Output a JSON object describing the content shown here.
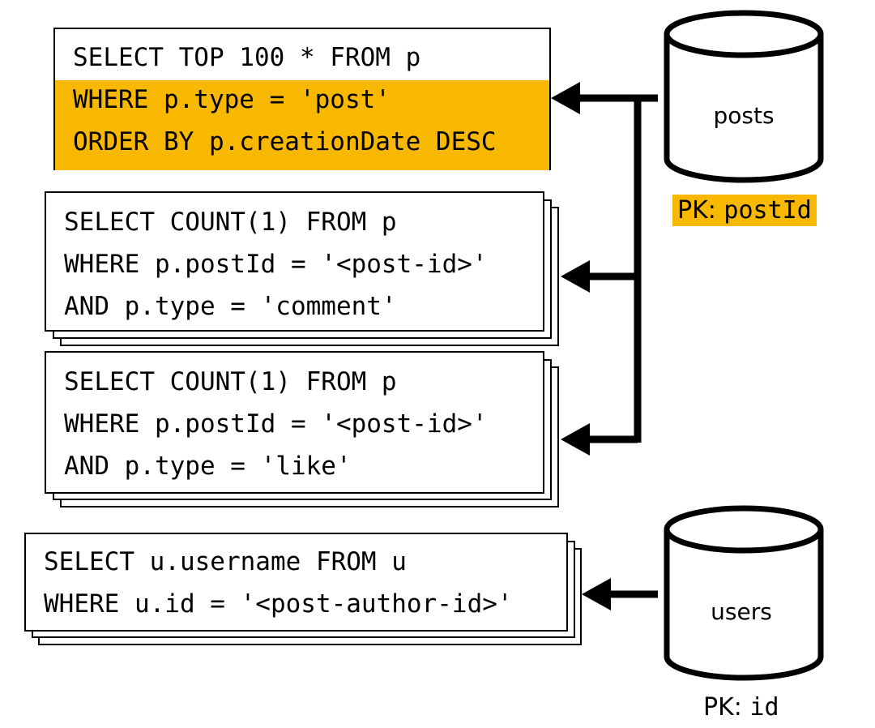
{
  "queries": {
    "top_posts": {
      "lines": [
        "SELECT TOP 100 * FROM p",
        "WHERE p.type = 'post'",
        "ORDER BY p.creationDate DESC"
      ]
    },
    "comment_count": {
      "lines": [
        "SELECT COUNT(1) FROM p",
        "WHERE p.postId = '<post-id>'",
        "AND p.type = 'comment'"
      ]
    },
    "like_count": {
      "lines": [
        "SELECT COUNT(1) FROM p",
        "WHERE p.postId = '<post-id>'",
        "AND p.type = 'like'"
      ]
    },
    "username": {
      "lines": [
        "SELECT u.username FROM u",
        "WHERE u.id = '<post-author-id>'"
      ]
    }
  },
  "databases": {
    "posts": {
      "label": "posts",
      "pk_prefix": "PK: ",
      "pk_key": "postId"
    },
    "users": {
      "label": "users",
      "pk_prefix": "PK: ",
      "pk_key": "id"
    }
  },
  "colors": {
    "highlight": "#f8b800",
    "line": "#000000"
  }
}
